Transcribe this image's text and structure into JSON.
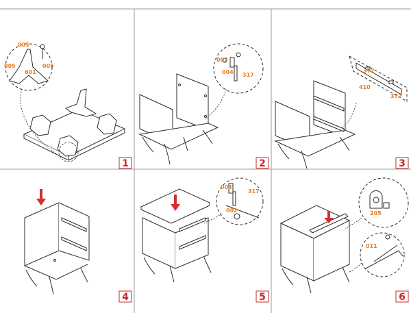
{
  "colors": {
    "line": "#2a2a2a",
    "grid": "#9a9a9a",
    "part_label": "#e67e22",
    "step_number": "#c62828",
    "arrow": "#d32f2f"
  },
  "steps": [
    {
      "number": "1",
      "parts": [
        "005",
        "005",
        "005",
        "601"
      ]
    },
    {
      "number": "2",
      "parts": [
        "002",
        "004",
        "317"
      ]
    },
    {
      "number": "3",
      "parts": [
        "372",
        "410",
        "372"
      ]
    },
    {
      "number": "4",
      "parts": []
    },
    {
      "number": "5",
      "parts": [
        "004",
        "317",
        "002"
      ]
    },
    {
      "number": "6",
      "parts": [
        "205",
        "011"
      ]
    }
  ]
}
